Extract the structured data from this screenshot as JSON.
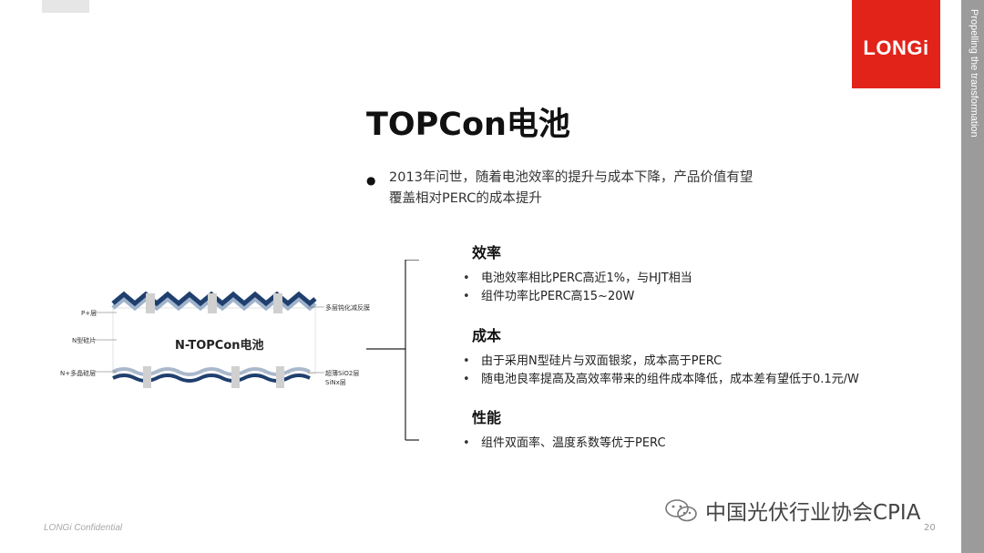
{
  "brand": {
    "logo": "LONGi",
    "tagline": "Propelling the transformation",
    "accent": "#e2231a"
  },
  "slide": {
    "title": "TOPCon电池",
    "intro_lines": [
      "2013年问世，随着电池效率的提升与成本下降，产品价值有望",
      "覆盖相对PERC的成本提升"
    ]
  },
  "diagram": {
    "cell_name": "N-TOPCon电池",
    "left_labels": [
      "P+层",
      "N型硅片",
      "N+多晶硅层"
    ],
    "right_labels": [
      "多层钝化减反膜",
      "超薄SiO2层",
      "SiNx层"
    ]
  },
  "sections": [
    {
      "heading": "效率",
      "bullets": [
        "电池效率相比PERC高近1%，与HJT相当",
        "组件功率比PERC高15~20W"
      ]
    },
    {
      "heading": "成本",
      "bullets": [
        "由于采用N型硅片与双面银浆，成本高于PERC",
        "随电池良率提高及高效率带来的组件成本降低，成本差有望低于0.1元/W"
      ]
    },
    {
      "heading": "性能",
      "bullets": [
        "组件双面率、温度系数等优于PERC"
      ]
    }
  ],
  "footer": {
    "confidential": "LONGi Confidential",
    "page": "20",
    "watermark": "中国光伏行业协会CPIA"
  }
}
